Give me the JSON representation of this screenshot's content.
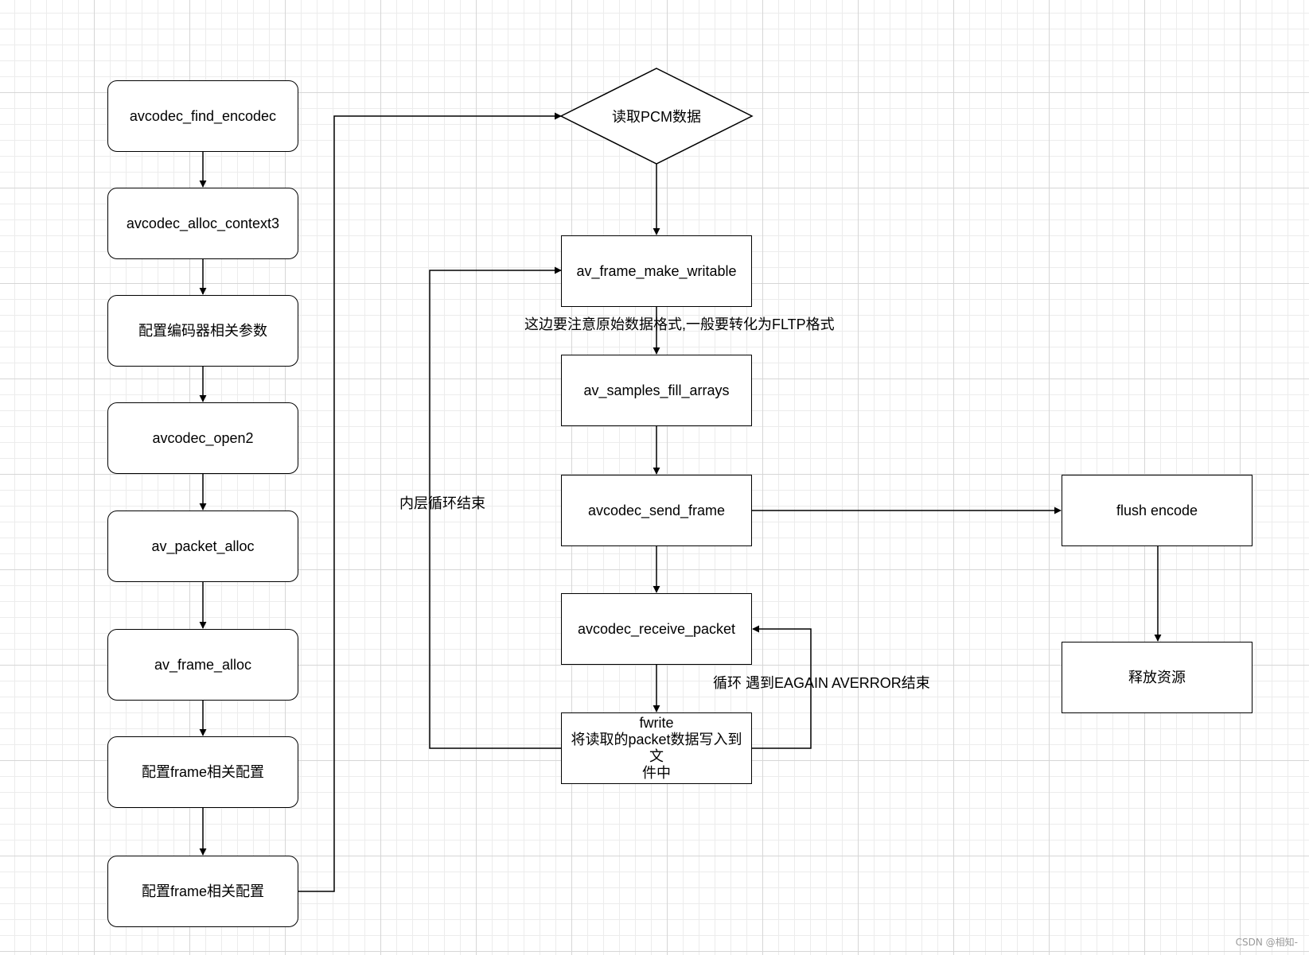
{
  "left_column": [
    "avcodec_find_encodec",
    "avcodec_alloc_context3",
    "配置编码器相关参数",
    "avcodec_open2",
    "av_packet_alloc",
    "av_frame_alloc",
    "配置frame相关配置",
    "配置frame相关配置"
  ],
  "middle": {
    "decision": "读取PCM数据",
    "make_writable": "av_frame_make_writable",
    "fill_arrays": "av_samples_fill_arrays",
    "send_frame": "avcodec_send_frame",
    "receive_packet": "avcodec_receive_packet",
    "fwrite_line1": "fwrite",
    "fwrite_line2": "将读取的packet数据写入到文",
    "fwrite_line3": "件中"
  },
  "right": {
    "flush": "flush encode",
    "release": "释放资源"
  },
  "labels": {
    "format_note": "这边要注意原始数据格式,一般要转化为FLTP格式",
    "inner_loop_end": "内层循环结束",
    "loop_note": "循环 遇到EAGAIN  AVERROR结束"
  },
  "watermark": "CSDN @相知-"
}
